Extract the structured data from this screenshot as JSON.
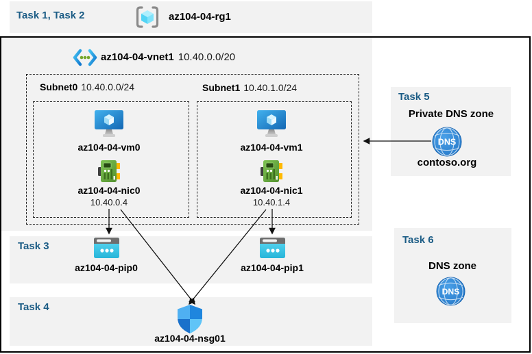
{
  "header": {
    "tasks_label": "Task 1, Task 2",
    "resource_group": "az104-04-rg1"
  },
  "vnet": {
    "name": "az104-04-vnet1",
    "cidr": "10.40.0.0/20"
  },
  "subnets": [
    {
      "name": "Subnet0",
      "cidr": "10.40.0.0/24",
      "vm": "az104-04-vm0",
      "nic": "az104-04-nic0",
      "ip": "10.40.0.4"
    },
    {
      "name": "Subnet1",
      "cidr": "10.40.1.0/24",
      "vm": "az104-04-vm1",
      "nic": "az104-04-nic1",
      "ip": "10.40.1.4"
    }
  ],
  "task3": {
    "label": "Task 3",
    "pip0": "az104-04-pip0",
    "pip1": "az104-04-pip1"
  },
  "task4": {
    "label": "Task 4",
    "nsg": "az104-04-nsg01"
  },
  "task5": {
    "label": "Task 5",
    "title": "Private DNS zone",
    "zone": "contoso.org",
    "dns_icon_label": "DNS"
  },
  "task6": {
    "label": "Task 6",
    "title": "DNS zone",
    "dns_icon_label": "DNS"
  },
  "colors": {
    "task_heading": "#1b5c85",
    "panel_bg": "#f2f2f2",
    "dns_blue": "#2b7fd4",
    "nic_green": "#68b33c",
    "pip_cyan": "#3cc8e8",
    "vm_blue": "#2196e3"
  }
}
